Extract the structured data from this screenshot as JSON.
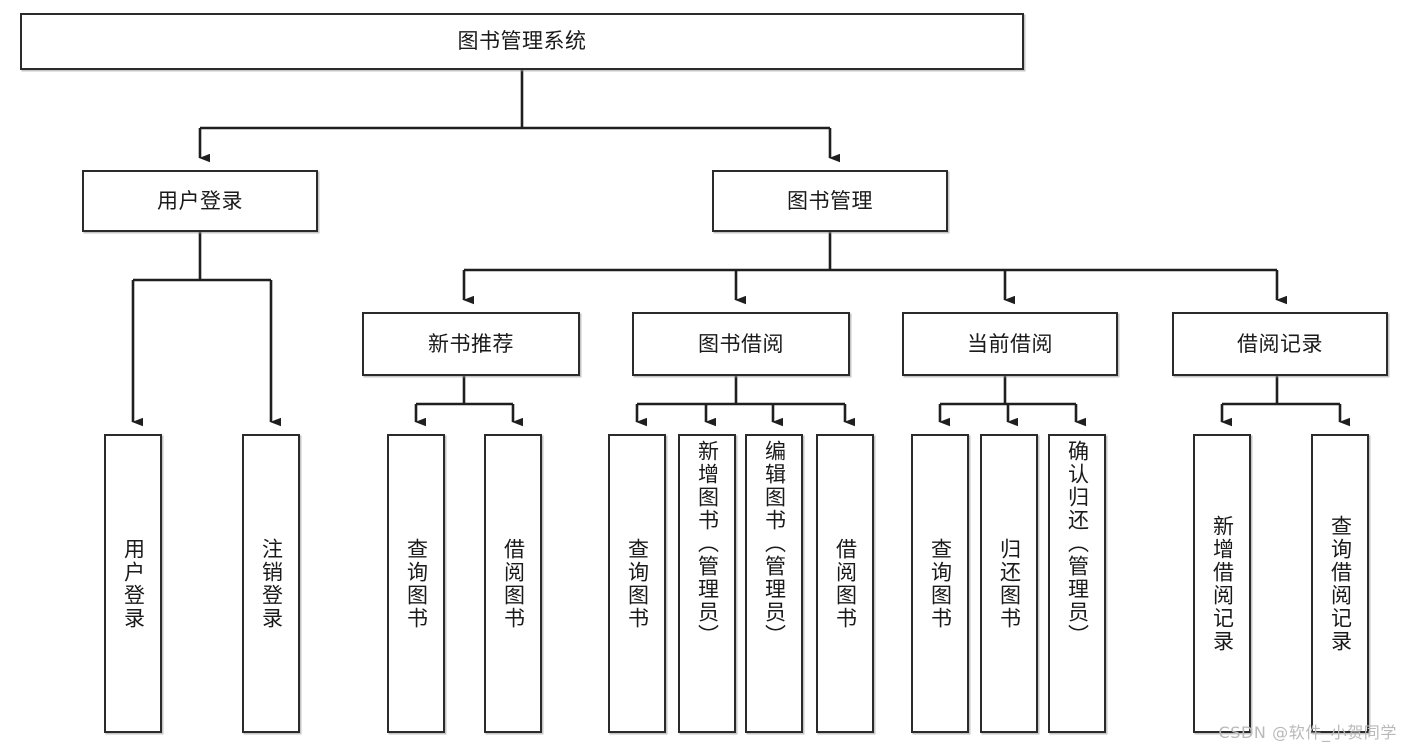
{
  "diagram": {
    "type": "tree",
    "title": "图书管理系统",
    "watermark": "CSDN @软件_小贺同学",
    "colors": {
      "background": "#ffffff",
      "box_stroke": "#2b2b2b",
      "box_fill": "#ffffff",
      "connector": "#1f1f1f",
      "text": "#1a1a1a",
      "watermark_text": "#b9b9b9"
    },
    "levels": {
      "root": {
        "label": "图书管理系统"
      },
      "level2": [
        {
          "label": "用户登录"
        },
        {
          "label": "图书管理"
        }
      ],
      "level3": [
        {
          "label": "新书推荐"
        },
        {
          "label": "图书借阅"
        },
        {
          "label": "当前借阅"
        },
        {
          "label": "借阅记录"
        }
      ],
      "leaves": {
        "user_login": [
          {
            "label": "用户登录"
          },
          {
            "label": "注销登录"
          }
        ],
        "new_book_recommend": [
          {
            "label": "查询图书"
          },
          {
            "label": "借阅图书"
          }
        ],
        "book_borrow": [
          {
            "label": "查询图书"
          },
          {
            "label": "新增图书（管理员）"
          },
          {
            "label": "编辑图书（管理员）"
          },
          {
            "label": "借阅图书"
          }
        ],
        "current_borrow": [
          {
            "label": "查询图书"
          },
          {
            "label": "归还图书"
          },
          {
            "label": "确认归还（管理员）"
          }
        ],
        "borrow_record": [
          {
            "label": "新增借阅记录"
          },
          {
            "label": "查询借阅记录"
          }
        ]
      }
    }
  }
}
